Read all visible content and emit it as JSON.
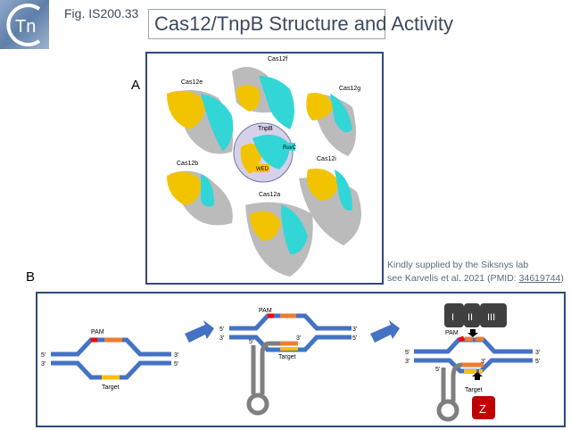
{
  "header": {
    "figure_id": "Fig. IS200.33",
    "title": "Cas12/TnpB Structure and Activity",
    "logo_text": "Tn"
  },
  "panel_a": {
    "label": "A",
    "proteins": [
      "Cas12f",
      "Cas12e",
      "Cas12g",
      "TnpB",
      "Cas12b",
      "Cas12i",
      "Cas12a"
    ],
    "domains": {
      "ruvc": "RuvC",
      "wed": "WED"
    }
  },
  "credit": {
    "line1": "Kindly supplied by the Siksnys lab",
    "line2_prefix": "see Karvelis et al. 2021 (PMID: ",
    "pmid": "34619744",
    "line2_suffix": ")"
  },
  "panel_b": {
    "label": "B",
    "five": "5'",
    "three": "3'",
    "pam": "PAM",
    "target": "Target",
    "complex": [
      "I",
      "II",
      "III"
    ],
    "z": "Z"
  },
  "colors": {
    "dna": "#4472c4",
    "pam": "#ff0000",
    "target_top": "#ed7d31",
    "target_bottom": "#ffc000",
    "rna": "#7f7f7f",
    "box": "#404040",
    "z": "#c00000",
    "arrow": "#4472c4",
    "frame": "#2f4a7a"
  }
}
